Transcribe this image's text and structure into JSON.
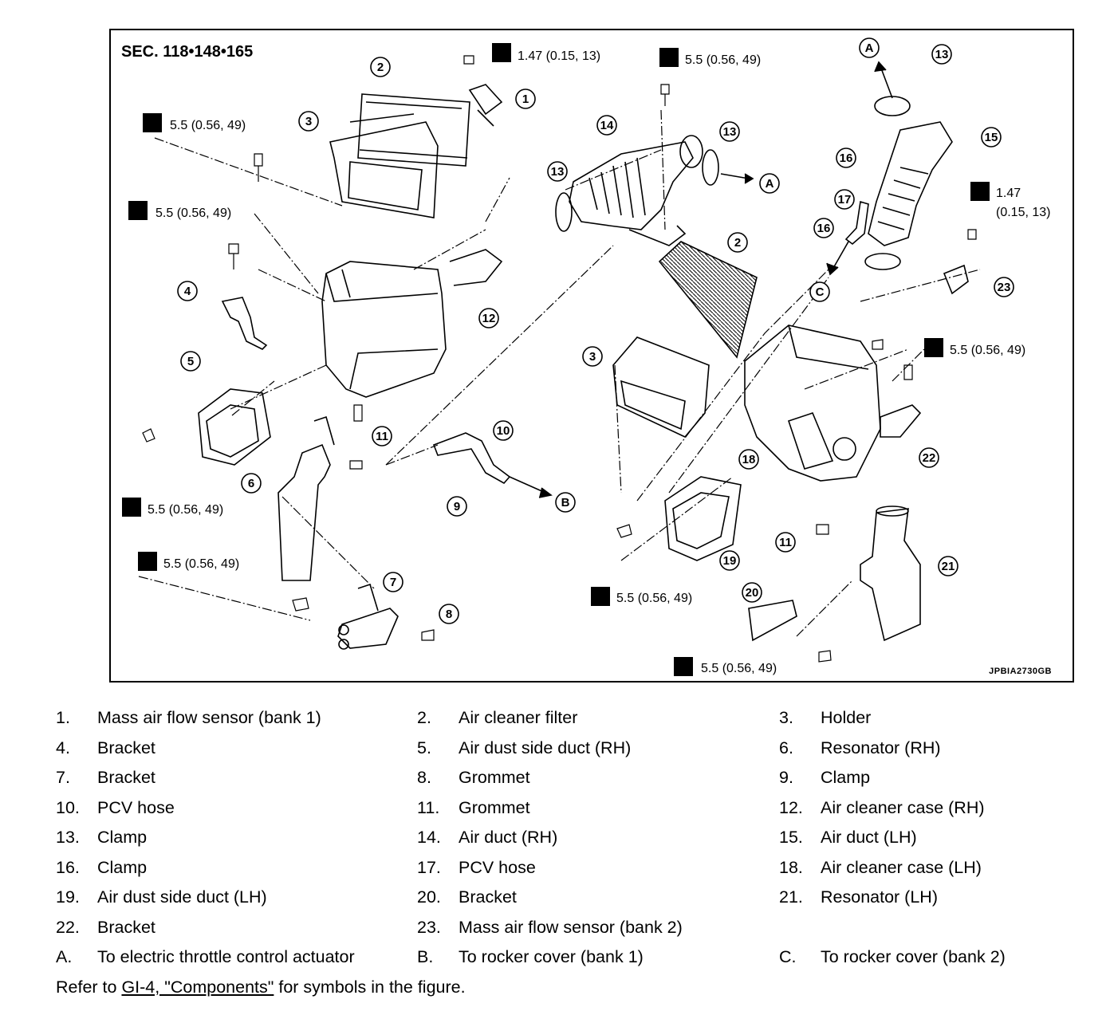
{
  "diagram": {
    "section": "SEC. 118•148•165",
    "ref_code": "JPBIA2730GB",
    "torques": [
      {
        "id": "t1",
        "text": "1.47 (0.15, 13)"
      },
      {
        "id": "t2",
        "text": "5.5 (0.56, 49)"
      },
      {
        "id": "t3",
        "text": "5.5 (0.56, 49)"
      },
      {
        "id": "t4",
        "text": "5.5 (0.56, 49)"
      },
      {
        "id": "t5",
        "text": "5.5 (0.56, 49)"
      },
      {
        "id": "t6",
        "text": "5.5 (0.56, 49)"
      },
      {
        "id": "t7a",
        "text": "1.47"
      },
      {
        "id": "t7b",
        "text": "(0.15, 13)"
      },
      {
        "id": "t8",
        "text": "5.5 (0.56, 49)"
      },
      {
        "id": "t9",
        "text": "5.5 (0.56, 49)"
      },
      {
        "id": "t10",
        "text": "5.5 (0.56, 49)"
      }
    ],
    "callouts": [
      "1",
      "2",
      "3",
      "4",
      "5",
      "6",
      "7",
      "8",
      "9",
      "10",
      "11",
      "12",
      "13",
      "13",
      "13",
      "14",
      "15",
      "16",
      "16",
      "17",
      "2",
      "3",
      "18",
      "19",
      "20",
      "21",
      "22",
      "23",
      "11",
      "A",
      "A",
      "B",
      "C"
    ]
  },
  "legend": [
    [
      {
        "num": "1.",
        "label": "Mass air flow sensor (bank 1)"
      },
      {
        "num": "2.",
        "label": "Air cleaner filter"
      },
      {
        "num": "3.",
        "label": "Holder"
      }
    ],
    [
      {
        "num": "4.",
        "label": "Bracket"
      },
      {
        "num": "5.",
        "label": "Air dust side duct (RH)"
      },
      {
        "num": "6.",
        "label": "Resonator (RH)"
      }
    ],
    [
      {
        "num": "7.",
        "label": "Bracket"
      },
      {
        "num": "8.",
        "label": "Grommet"
      },
      {
        "num": "9.",
        "label": "Clamp"
      }
    ],
    [
      {
        "num": "10.",
        "label": "PCV hose"
      },
      {
        "num": "11.",
        "label": "Grommet"
      },
      {
        "num": "12.",
        "label": "Air cleaner case (RH)"
      }
    ],
    [
      {
        "num": "13.",
        "label": "Clamp"
      },
      {
        "num": "14.",
        "label": "Air duct (RH)"
      },
      {
        "num": "15.",
        "label": "Air duct (LH)"
      }
    ],
    [
      {
        "num": "16.",
        "label": "Clamp"
      },
      {
        "num": "17.",
        "label": "PCV hose"
      },
      {
        "num": "18.",
        "label": "Air cleaner case (LH)"
      }
    ],
    [
      {
        "num": "19.",
        "label": "Air dust side duct (LH)"
      },
      {
        "num": "20.",
        "label": "Bracket"
      },
      {
        "num": "21.",
        "label": "Resonator (LH)"
      }
    ],
    [
      {
        "num": "22.",
        "label": "Bracket"
      },
      {
        "num": "23.",
        "label": "Mass air flow sensor (bank 2)"
      }
    ],
    [
      {
        "num": "A.",
        "label": "To electric throttle control actuator"
      },
      {
        "num": "B.",
        "label": "To rocker cover (bank 1)"
      },
      {
        "num": "C.",
        "label": "To rocker cover (bank 2)"
      }
    ]
  ],
  "footnote": {
    "before": "Refer to ",
    "link": "GI-4, \"Components\"",
    "after": " for symbols in the figure."
  }
}
